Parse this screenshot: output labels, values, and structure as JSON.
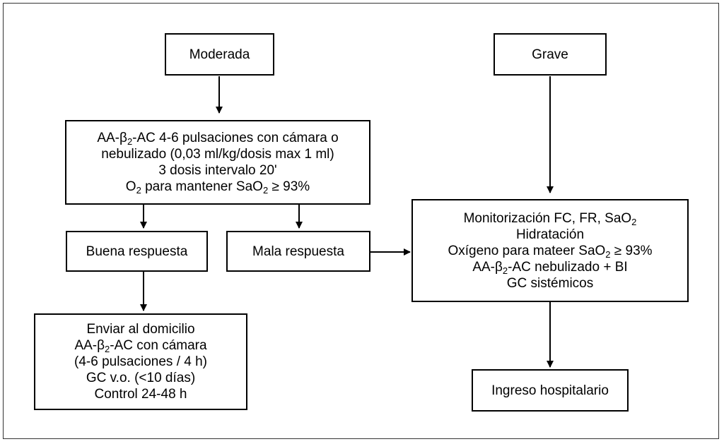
{
  "nodes": {
    "moderada": {
      "lines": [
        "Moderada"
      ]
    },
    "grave": {
      "lines": [
        "Grave"
      ]
    },
    "tratamiento_inicial": {
      "lines": [
        "AA-β2-AC 4-6 pulsaciones con cámara o",
        "nebulizado (0,03 ml/kg/dosis max 1 ml)",
        "3 dosis intervalo 20'",
        "O2 para mantener SaO2 ≥ 93%"
      ]
    },
    "buena_respuesta": {
      "lines": [
        "Buena respuesta"
      ]
    },
    "mala_respuesta": {
      "lines": [
        "Mala respuesta"
      ]
    },
    "manejo_grave": {
      "lines": [
        "Monitorización FC, FR, SaO2",
        "Hidratación",
        "Oxígeno para mateer SaO2 ≥ 93%",
        "AA-β2-AC nebulizado + BI",
        "GC sistémicos"
      ]
    },
    "domicilio": {
      "lines": [
        "Enviar al domicilio",
        "AA-β2-AC con cámara",
        "(4-6 pulsaciones / 4 h)",
        "GC v.o. (<10 días)",
        "Control 24-48 h"
      ]
    },
    "ingreso": {
      "lines": [
        "Ingreso hospitalario"
      ]
    }
  },
  "edges": [
    {
      "from": "moderada",
      "to": "tratamiento_inicial"
    },
    {
      "from": "grave",
      "to": "manejo_grave"
    },
    {
      "from": "tratamiento_inicial",
      "to": "buena_respuesta"
    },
    {
      "from": "tratamiento_inicial",
      "to": "mala_respuesta"
    },
    {
      "from": "mala_respuesta",
      "to": "manejo_grave"
    },
    {
      "from": "buena_respuesta",
      "to": "domicilio"
    },
    {
      "from": "manejo_grave",
      "to": "ingreso"
    }
  ]
}
